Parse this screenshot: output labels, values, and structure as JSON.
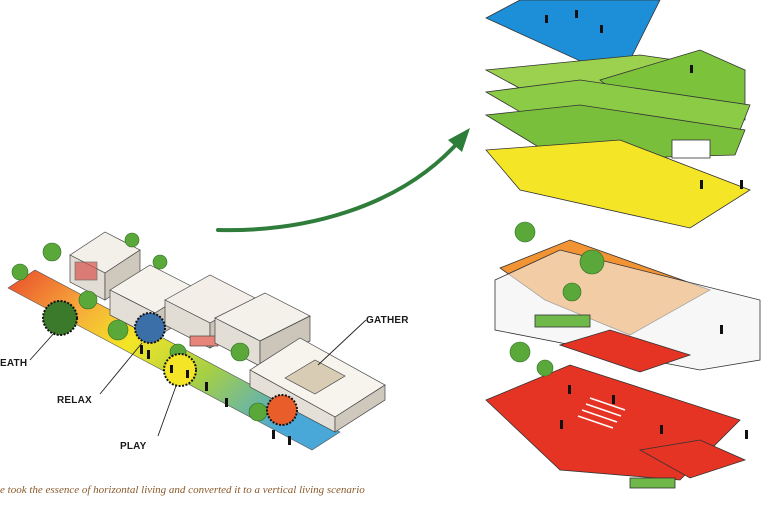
{
  "labels": {
    "breathe": "EATH",
    "relax": "RELAX",
    "play": "PLAY",
    "gather": "GATHER"
  },
  "caption": "e took the essence of horizontal living and converted it to a vertical living scenario",
  "colors": {
    "red": "#e53324",
    "orange": "#f29434",
    "yellow": "#f4e526",
    "green": "#76b83a",
    "blue": "#1d8fd8",
    "arrow": "#2f7d3a",
    "caption": "#8a5a2b"
  }
}
